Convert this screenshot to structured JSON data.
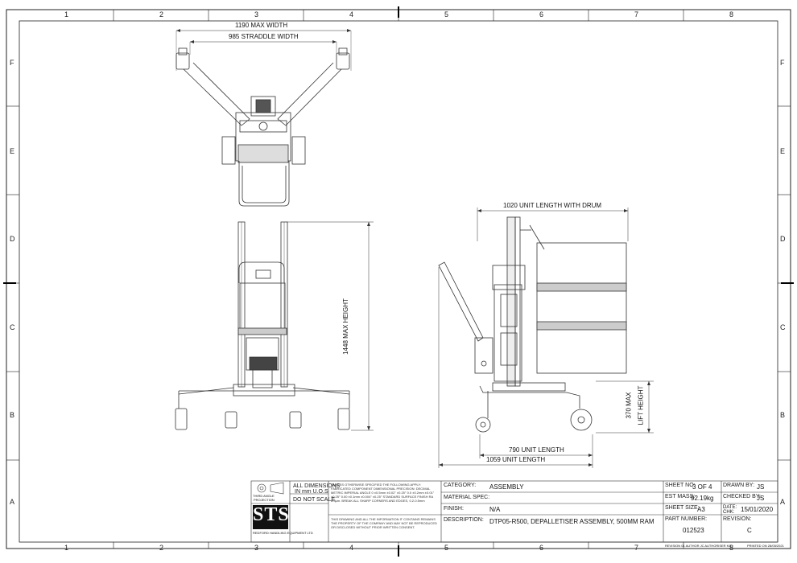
{
  "zones": {
    "columns": [
      "1",
      "2",
      "3",
      "4",
      "5",
      "6",
      "7",
      "8"
    ],
    "rows": [
      "F",
      "E",
      "D",
      "C",
      "B",
      "A"
    ]
  },
  "dimensions": {
    "max_width": "1190 MAX WIDTH",
    "straddle_width": "985 STRADDLE WIDTH",
    "unit_length_with_drum": "1020 UNIT LENGTH WITH DRUM",
    "max_height": "1448 MAX HEIGHT",
    "unit_length_790": "790 UNIT LENGTH",
    "unit_length_1059": "1059 UNIT LENGTH",
    "lift_height_line1": "370 MAX",
    "lift_height_line2": "LIFT HEIGHT"
  },
  "title_block": {
    "units_line1": "ALL DIMENSIONS",
    "units_line2": "IN mm U.O.S",
    "do_not_scale": "DO NOT SCALE",
    "projection_line1": "THIRD ANGLE",
    "projection_line2": "PROJECTION",
    "logo_text": "STS",
    "company_name": "REDFORD HANDLING EQUIPMENT LTD",
    "tolerance_note": "UNLESS OTHERWISE SPECIFIED THE FOLLOWING APPLY: FABRICATED COMPONENT DIMENSIONAL PRECISION: DECIMAL METRIC IMPERIAL ANGLE 0 ±0.5mm ±0.02\" ±0.25° 0.0 ±0.2mm ±0.01\" ±0.25° 0.00 ±0.1mm ±0.004\" ±0.25° STANDARD SURFACE FINISH RA 6.3µm. BREAK ALL SHARP CORNERS AND EDGES, 0.2-0.5mm",
    "confidential_note": "THIS DRAWING AND ALL THE INFORMATION IT CONTAINS REMAINS THE PROPERTY OF THE COMPANY AND MAY NOT BE REPRODUCED OR DISCLOSED WITHOUT PRIOR WRITTEN CONSENT.",
    "category_label": "CATEGORY:",
    "category_value": "ASSEMBLY",
    "material_label": "MATERIAL SPEC:",
    "finish_label": "FINISH:",
    "finish_value": "N/A",
    "description_label": "DESCRIPTION:",
    "description_value": "DTP05-R500, DEPALLETISER ASSEMBLY, 500MM RAM",
    "sheet_no_label": "SHEET NO:",
    "sheet_no_value": "3 OF 4",
    "est_mass_label": "EST MASS:",
    "est_mass_value": "92.19kg",
    "sheet_size_label": "SHEET SIZE:",
    "sheet_size_value": "A3",
    "part_number_label": "PART NUMBER:",
    "part_number_value": "012523",
    "drawn_by_label": "DRAWN BY:",
    "drawn_by_value": "JS",
    "checked_by_label": "CHECKED BY:",
    "checked_by_value": "JS",
    "date_label_line1": "DATE:",
    "date_label_line2": "CHK:",
    "date_value": "15/01/2020",
    "revision_label": "REVISION:",
    "revision_value": "C"
  },
  "footer": {
    "revision_note": "REVISION 01 AUTHOR JC AUTHORISER KG",
    "printed_note": "PRINTED ON 28/05/2021"
  }
}
